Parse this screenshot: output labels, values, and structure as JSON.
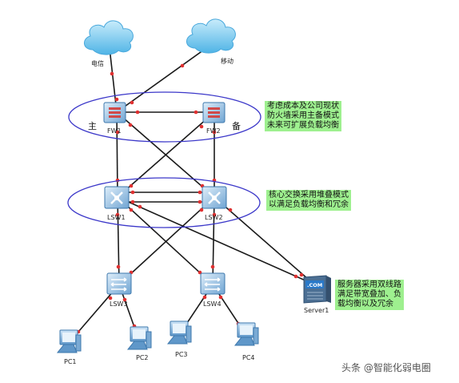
{
  "clouds": {
    "telecom": "电信",
    "mobile": "移动"
  },
  "devices": {
    "fw1": "FW1",
    "fw2": "FW2",
    "lsw1": "LSW1",
    "lsw2": "LSW2",
    "lsw3": "LSW3",
    "lsw4": "LSW4",
    "server1": "Server1",
    "server_badge": ".COM",
    "pc1": "PC1",
    "pc2": "PC2",
    "pc3": "PC3",
    "pc4": "PC4"
  },
  "roles": {
    "primary": "主",
    "backup": "备"
  },
  "notes": {
    "firewall": [
      "考虑成本及公司现状",
      "防火墙采用主备模式",
      "未来可扩展负载均衡"
    ],
    "core": [
      "核心交换采用堆叠模式",
      "以满足负载均衡和冗余"
    ],
    "server": [
      "服务器采用双线路",
      "满足带宽叠加、负",
      "载均衡以及冗余"
    ]
  },
  "watermark": "头条 @智能化弱电圈",
  "colors": {
    "link": "#1a1a1a",
    "port_dot": "#e03030",
    "ellipse": "#3b37c9",
    "note_bg": "#9ef08f",
    "cloud": "#5fc0ee",
    "device": "#4e8cc2"
  }
}
